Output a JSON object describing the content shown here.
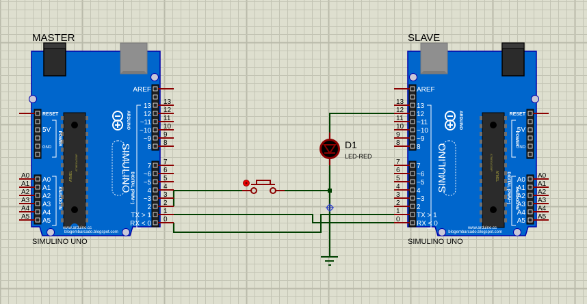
{
  "app": "Proteus ISIS schematic",
  "colors": {
    "background": "#dedfcf",
    "grid_minor": "#c3c4b4",
    "grid_major": "#b9baaa",
    "board": "#0066cc",
    "board_border": "#0000aa",
    "pin_stub": "#8b0000",
    "wire": "#004000",
    "led_body": "#8b0000",
    "text_dark": "#000000",
    "text_board": "#ffffff",
    "chip": "#2b2b2b",
    "chip_text": "#a6a03c",
    "usb": "#8f8f8f",
    "cursor": "#2233cc",
    "probe": "#ee0000"
  },
  "boards": [
    {
      "name": "MASTER",
      "type": "SIMULINO UNO",
      "orientation": "normal",
      "logo_brand": "ARDUINO",
      "logo_text": "SIMULINO",
      "chip_labels": [
        "ATMEL",
        "ATMEGA328P"
      ],
      "footer_lines": [
        "www.arduino.cc",
        "blogembarcado.blogspot.com"
      ],
      "digital_section_label": "DIGITAL (PWM~)",
      "power_section_label": "POWER",
      "analog_section_label": "ANALOG IN",
      "power_pins": [
        "RESET",
        "",
        "5V",
        "",
        "GND",
        ""
      ],
      "analog_pins": [
        "A0",
        "A1",
        "A2",
        "A3",
        "A4",
        "A5"
      ],
      "digital_upper_pins": [
        "AREF",
        "",
        "13",
        "12",
        "~11",
        "~10",
        "~9",
        "8"
      ],
      "digital_lower_pins": [
        "7",
        "~6",
        "~5",
        "4",
        "~3",
        "2",
        "TX > 1",
        "RX < 0"
      ],
      "digital_upper_nets": [
        "",
        "",
        "13",
        "12",
        "11",
        "10",
        "9",
        "8"
      ],
      "digital_lower_nets": [
        "7",
        "6",
        "5",
        "4",
        "3",
        "2",
        "1",
        "0"
      ],
      "analog_nets": [
        "A0",
        "A1",
        "A2",
        "A3",
        "A4",
        "A5"
      ]
    },
    {
      "name": "SLAVE",
      "type": "SIMULINO UNO",
      "orientation": "mirrored",
      "logo_brand": "ARDUINO",
      "logo_text": "SIMULINO",
      "chip_labels": [
        "ATMEL",
        "ATMEGA328P"
      ],
      "footer_lines": [
        "www.arduino.cc",
        "blogembarcado.blogspot.com"
      ],
      "digital_section_label": "DIGITAL (PWM~)",
      "power_section_label": "POWER",
      "analog_section_label": "ANALOG IN",
      "power_pins": [
        "RESET",
        "",
        "5V",
        "",
        "GND",
        ""
      ],
      "analog_pins": [
        "A0",
        "A1",
        "A2",
        "A3",
        "A4",
        "A5"
      ],
      "digital_upper_pins": [
        "AREF",
        "",
        "13",
        "12",
        "~11",
        "~10",
        "~9",
        "8"
      ],
      "digital_lower_pins": [
        "7",
        "~6",
        "~5",
        "4",
        "~3",
        "2",
        "TX > 1",
        "RX < 0"
      ],
      "digital_upper_nets": [
        "",
        "",
        "13",
        "12",
        "11",
        "10",
        "9",
        "8"
      ],
      "digital_lower_nets": [
        "7",
        "6",
        "5",
        "4",
        "3",
        "2",
        "1",
        "0"
      ],
      "analog_nets": [
        "A0",
        "A1",
        "A2",
        "A3",
        "A4",
        "A5"
      ]
    }
  ],
  "led": {
    "ref": "D1",
    "value": "LED-RED"
  },
  "button": {
    "kind": "push-button"
  },
  "ground": {
    "kind": "ground-terminal"
  }
}
